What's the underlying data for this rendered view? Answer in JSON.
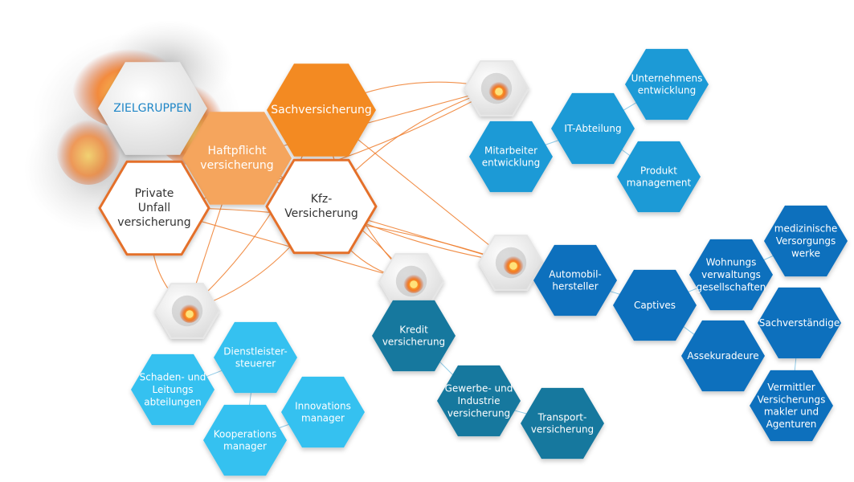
{
  "colors": {
    "connector": "#ef7d2c",
    "title_text": "#1f86c7",
    "orange": "#f38a22",
    "orange_light": "#f5a55d",
    "orange_border": "#e4702a",
    "white_text": "#ffffff",
    "dark_text": "#333333",
    "sky_blue": "#36c1f0",
    "mid_blue": "#1f9ad6",
    "deep_blue": "#0f6fbd",
    "teal": "#17789e",
    "flame": "#f47a1f"
  },
  "diagram": {
    "title": "ZIELGRUPPEN",
    "insurance_types": {
      "sach": "Sachversicherung",
      "haftpflicht": "Haftpflicht versicherung",
      "unfall": "Private Unfall versicherung",
      "kfz": "Kfz- Versicherung"
    },
    "clusters": {
      "it": {
        "icon": "fire-icon",
        "items": {
          "mitarbeiter": "Mitarbeiter entwicklung",
          "it_abteilung": "IT-Abteilung",
          "unternehmens": "Unternehmens entwicklung",
          "produkt": "Produkt management"
        }
      },
      "auto": {
        "icon": "fire-icon",
        "items": {
          "automobil": "Automobil- hersteller",
          "captives": "Captives",
          "wohnungs": "Wohnungs verwaltungs gesellschaften",
          "medizinische": "medizinische Versorgungs werke",
          "assekuradeure": "Assekuradeure",
          "sachverstaendige": "Sachverständige",
          "vermittler": "Vermittler Versicherungs makler und Agenturen"
        }
      },
      "kredit": {
        "icon": "fire-icon",
        "items": {
          "kredit": "Kredit versicherung",
          "gewerbe": "Gewerbe- und Industrie versicherung",
          "transport": "Transport- versicherung"
        }
      },
      "service": {
        "icon": "fire-icon",
        "items": {
          "dienstleister": "Dienstleister- steuerer",
          "schaden": "Schaden- und Leitungs abteilungen",
          "innovations": "Innovations manager",
          "kooperations": "Kooperations manager"
        }
      }
    }
  }
}
